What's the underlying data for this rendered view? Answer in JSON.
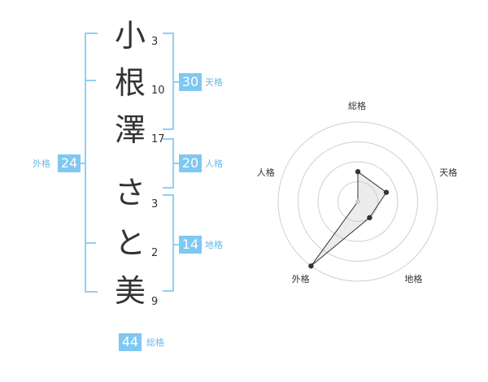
{
  "name": {
    "chars": [
      {
        "char": "小",
        "strokes": "3"
      },
      {
        "char": "根",
        "strokes": "10"
      },
      {
        "char": "澤",
        "strokes": "17"
      },
      {
        "char": "さ",
        "strokes": "3"
      },
      {
        "char": "と",
        "strokes": "2"
      },
      {
        "char": "美",
        "strokes": "9"
      }
    ]
  },
  "fortune": {
    "tenkaku": {
      "value": "30",
      "label": "天格"
    },
    "jinkaku": {
      "value": "20",
      "label": "人格"
    },
    "chikaku": {
      "value": "14",
      "label": "地格"
    },
    "gaikaku": {
      "value": "24",
      "label": "外格"
    },
    "soukaku": {
      "value": "44",
      "label": "総格"
    }
  },
  "colors": {
    "accent": "#7ec8f2",
    "bracket": "#8fd0f5",
    "text": "#333333"
  },
  "chart_data": {
    "type": "radar",
    "axes": [
      "総格",
      "天格",
      "地格",
      "外格",
      "人格"
    ],
    "rmax": 4,
    "rings": 4,
    "values": [
      1.5,
      1.5,
      1.0,
      4.0,
      0.0
    ]
  }
}
